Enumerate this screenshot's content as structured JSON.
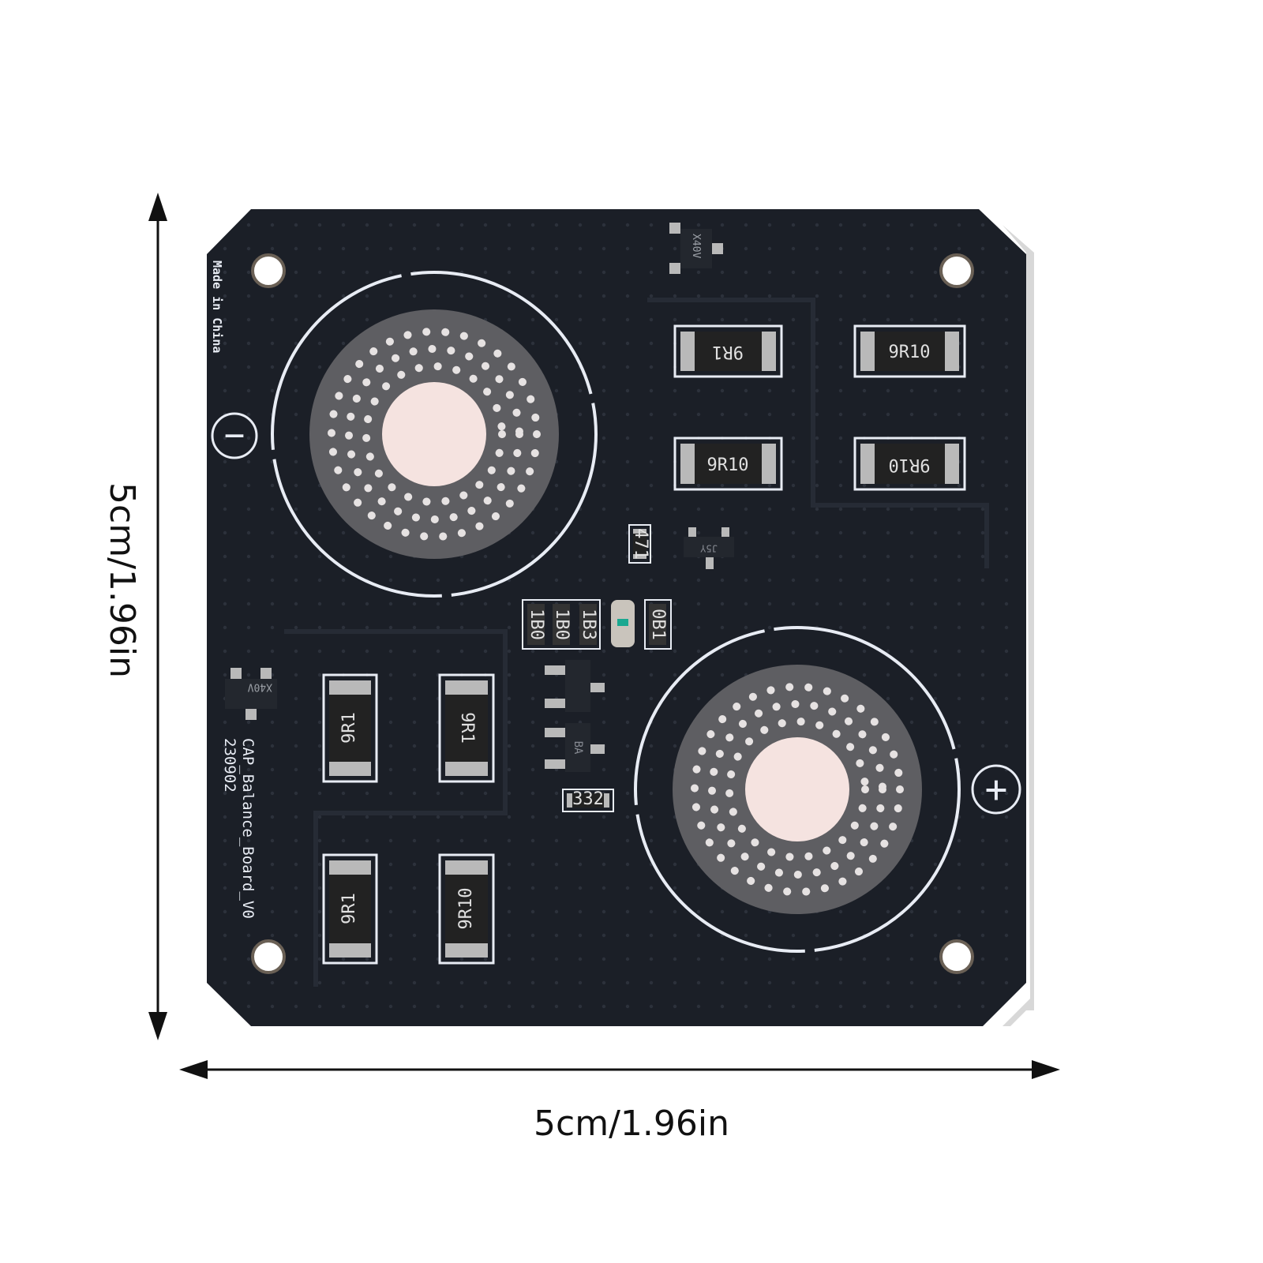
{
  "dimensions": {
    "height_label": "5cm/1.96in",
    "width_label": "5cm/1.96in"
  },
  "board": {
    "made_in": "Made in China",
    "board_name": "CAP_Balance_Board_V0",
    "board_date": "230902",
    "minus_symbol": "−",
    "plus_symbol": "+",
    "mosfet_top_marking": "X40V",
    "mosfet_left_marking": "X40V",
    "transistor_marking": "J5Y",
    "ic_marking": "BA",
    "small_resistor_332": "332",
    "small_resistor_471": "471",
    "small_resistors": [
      "1B0",
      "1B0",
      "1B3",
      "0B1"
    ],
    "resistors": [
      "9R1",
      "9R10",
      "9R10",
      "9R10",
      "9R1",
      "9R1",
      "9R1",
      "9R10"
    ]
  },
  "colors": {
    "pcb": "#1b1f27",
    "silkscreen": "#e8ecf4",
    "pad": "#b9b9b9"
  }
}
